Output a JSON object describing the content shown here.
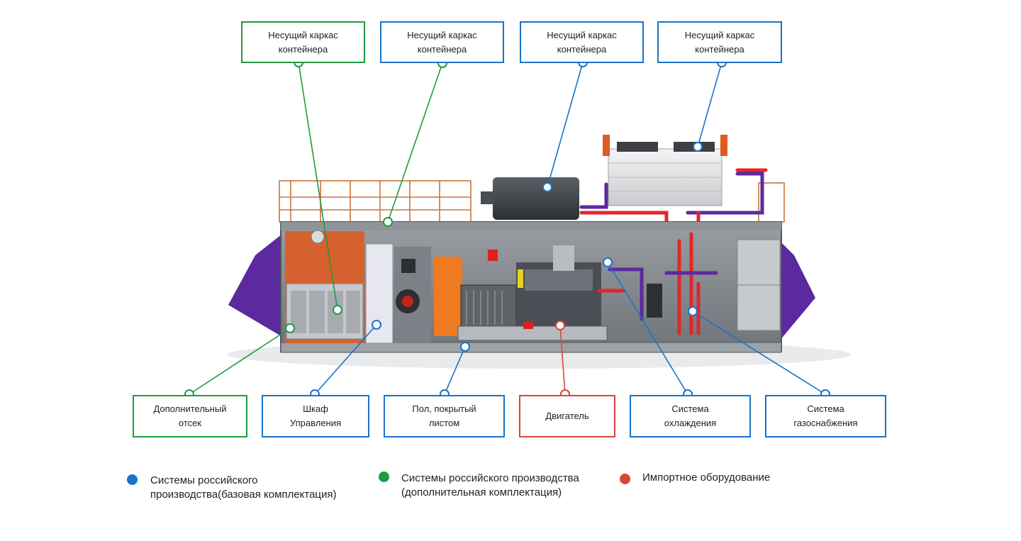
{
  "colors": {
    "base": "#1a73c8",
    "extra": "#1f9a3f",
    "import": "#d8463a"
  },
  "callouts": {
    "top1": "Несущий каркас\nконтейнера",
    "top2": "Несущий каркас\nконтейнера",
    "top3": "Несущий каркас\nконтейнера",
    "top4": "Несущий каркас\nконтейнера",
    "bottom1": "Дополнительный\nотсек",
    "bottom2": "Шкаф\nУправления",
    "bottom3": "Пол, покрытый\nлистом",
    "bottom4": "Двигатель",
    "bottom5": "Система\nохлаждения",
    "bottom6": "Система\nгазоснабжения"
  },
  "legend": {
    "base": "Системы российского\nпроизводства(базовая комплектация)",
    "extra": "Системы российского производства\n(дополнительная комплектация)",
    "import": "Импортное оборудование"
  }
}
